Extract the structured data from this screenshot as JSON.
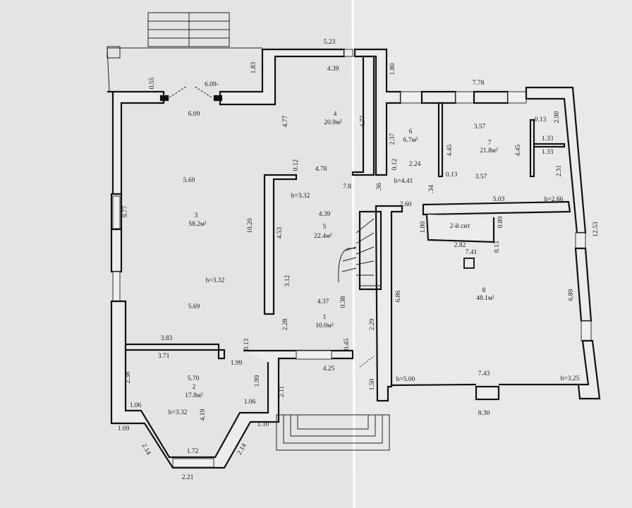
{
  "plan": {
    "rooms": [
      {
        "number": "1",
        "area": "10.0м²"
      },
      {
        "number": "2",
        "area": "17.8м²"
      },
      {
        "number": "3",
        "area": "58.2м²"
      },
      {
        "number": "4",
        "area": "20.9м²"
      },
      {
        "number": "5",
        "area": "22.4м²"
      },
      {
        "number": "6",
        "area": "6.7м²"
      },
      {
        "number": "7",
        "area": "21.8м²"
      },
      {
        "number": "8",
        "area": "48.1м²"
      }
    ],
    "fixture_label": "2-й сит",
    "heights": [
      "h=3.32",
      "h=3.32",
      "h=3.32",
      "h=4.41",
      "h=2.66",
      "h=5.00",
      "h=3.25"
    ],
    "dims": [
      "5.23",
      "4.39",
      "1.83",
      "0.55",
      "6.09-",
      "6.09",
      "1.80",
      "4.77",
      "4.77",
      "2.37",
      "7.78",
      "3.57",
      "0.13",
      "2.90",
      "1.33",
      "1.33",
      "4.45",
      "4.45",
      "2.31",
      "0.12",
      "2.24",
      "0.13",
      "3.57",
      ".36",
      ".34",
      "5.03",
      "2.60",
      "0.12",
      "4.78",
      "7.8",
      "5.69",
      "9.77",
      "10.20",
      "4.53",
      "4.39",
      "1.80",
      "0.89",
      "2.82",
      "0.13",
      "7.41",
      "12.53",
      "3.12",
      "5.69",
      "4.37",
      "0.38",
      "6.86",
      "6.89",
      "2.28",
      "2.29",
      "3.83",
      "3.71",
      "0.13",
      "0.45",
      "1.99",
      "4.25",
      "2.38",
      "5.70",
      "1.99",
      "2.11",
      "1.50",
      "7.43",
      "1.06",
      "1.06",
      "4.19",
      "8.30",
      "1.09",
      "1.10",
      "2.14",
      "1.72",
      "2.14",
      "2.21"
    ]
  }
}
